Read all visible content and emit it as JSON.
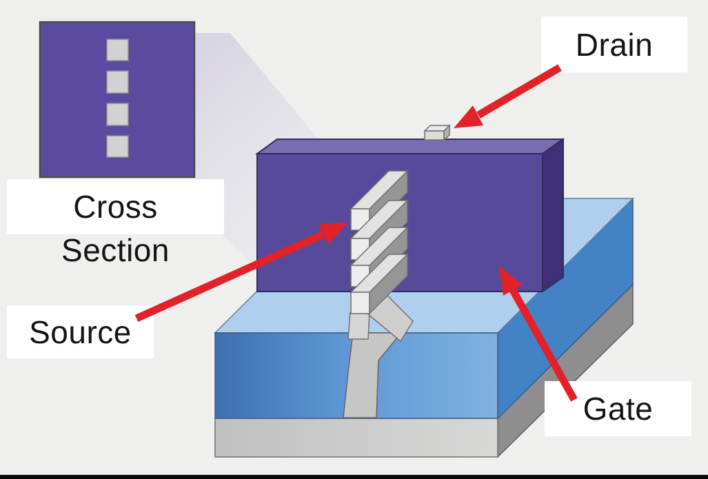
{
  "diagram": {
    "type": "3d-nanosheet-transistor-schematic",
    "labels": {
      "drain": "Drain",
      "source": "Source",
      "gate": "Gate",
      "cross_section_line1": "Cross",
      "cross_section_line2": "Section"
    },
    "inset": {
      "nanosheet_count": 4
    }
  },
  "colors": {
    "background": "#efefee",
    "label_box": "#ffffff",
    "label_text": "#141414",
    "arrow_red": "#e32128",
    "inset_purple": "#5b4b9e",
    "gate_front": "#584a9b",
    "gate_top": "#7b6db4",
    "gate_side": "#3d3079",
    "oxide_top": "#aed0ee",
    "oxide_side": "#4482c6",
    "substrate_side": "#8e8e8e",
    "sheet_end": "#ededed",
    "sheet_top": "#dcdcdc",
    "bottom_bar": "#0a0a0a"
  }
}
